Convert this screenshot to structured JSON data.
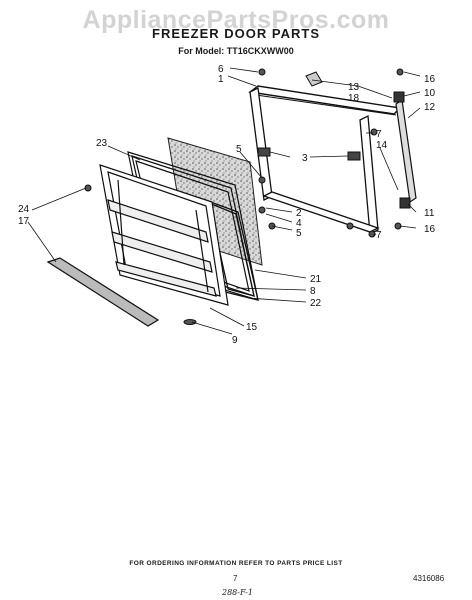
{
  "watermark": "AppliancePartsPros.com",
  "title": "FREEZER DOOR PARTS",
  "subtitle": "For Model: TT16CKXWW00",
  "footer_note": "FOR ORDERING INFORMATION REFER TO PARTS PRICE LIST",
  "page_number": "7",
  "reference_number": "4316086",
  "handwritten_note": "288-F-1",
  "callouts": {
    "c1": "1",
    "c2": "2",
    "c3": "3",
    "c4": "4",
    "c5a": "5",
    "c5b": "5",
    "c6": "6",
    "c7a": "7",
    "c7b": "7",
    "c8": "8",
    "c9": "9",
    "c10": "10",
    "c11": "11",
    "c12": "12",
    "c13": "13",
    "c14": "14",
    "c15": "15",
    "c16a": "16",
    "c16b": "16",
    "c17": "17",
    "c18": "18",
    "c21": "21",
    "c22": "22",
    "c23": "23",
    "c24": "24"
  }
}
